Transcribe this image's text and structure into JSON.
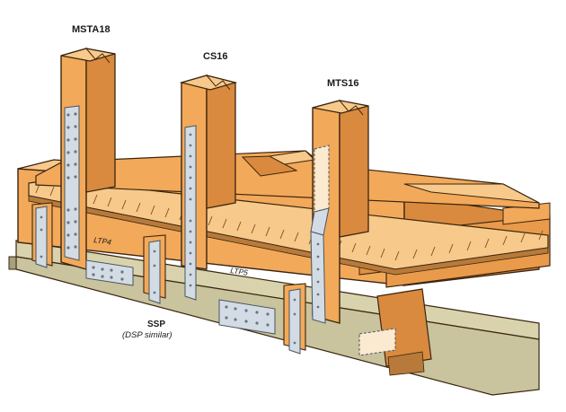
{
  "diagram": {
    "labels": {
      "msta18": "MSTA18",
      "cs16": "CS16",
      "mts16": "MTS16",
      "ltp4": "LTP4",
      "ltp5": "LTP5",
      "ssp": "SSP",
      "ssp_note": "(DSP similar)"
    },
    "colors": {
      "wood_front": "#f2a95a",
      "wood_top": "#f7c98a",
      "wood_side": "#d98a3e",
      "wood_light": "#fbdcae",
      "outline": "#3a2510",
      "metal": "#d3dce4",
      "metal_dark": "#8a98a6",
      "sill": "#c9c39e",
      "sill_side": "#a8a07a",
      "sheathing": "#b77a3a"
    }
  }
}
